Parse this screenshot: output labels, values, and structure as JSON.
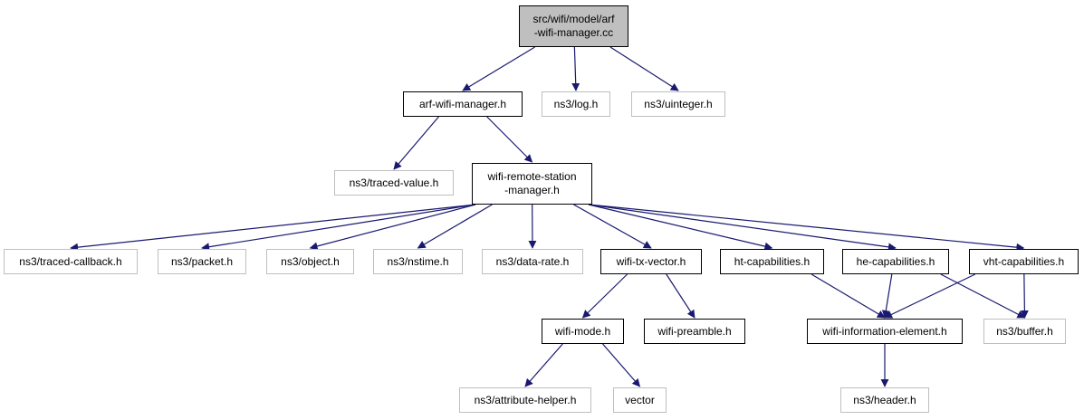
{
  "diagram": {
    "edge_color": "#191970",
    "nodes": [
      {
        "id": "root",
        "label": "src/wifi/model/arf\n-wifi-manager.cc",
        "style": "root"
      },
      {
        "id": "arf_h",
        "label": "arf-wifi-manager.h",
        "style": "solid"
      },
      {
        "id": "log_h",
        "label": "ns3/log.h",
        "style": "ext"
      },
      {
        "id": "uinteger_h",
        "label": "ns3/uinteger.h",
        "style": "ext"
      },
      {
        "id": "traced_value_h",
        "label": "ns3/traced-value.h",
        "style": "ext"
      },
      {
        "id": "wrsm_h",
        "label": "wifi-remote-station\n-manager.h",
        "style": "solid"
      },
      {
        "id": "traced_callback_h",
        "label": "ns3/traced-callback.h",
        "style": "ext"
      },
      {
        "id": "packet_h",
        "label": "ns3/packet.h",
        "style": "ext"
      },
      {
        "id": "object_h",
        "label": "ns3/object.h",
        "style": "ext"
      },
      {
        "id": "nstime_h",
        "label": "ns3/nstime.h",
        "style": "ext"
      },
      {
        "id": "data_rate_h",
        "label": "ns3/data-rate.h",
        "style": "ext"
      },
      {
        "id": "tx_vector_h",
        "label": "wifi-tx-vector.h",
        "style": "solid"
      },
      {
        "id": "ht_cap_h",
        "label": "ht-capabilities.h",
        "style": "solid"
      },
      {
        "id": "he_cap_h",
        "label": "he-capabilities.h",
        "style": "solid"
      },
      {
        "id": "vht_cap_h",
        "label": "vht-capabilities.h",
        "style": "solid"
      },
      {
        "id": "wifi_mode_h",
        "label": "wifi-mode.h",
        "style": "solid"
      },
      {
        "id": "wifi_preamble_h",
        "label": "wifi-preamble.h",
        "style": "solid"
      },
      {
        "id": "wie_h",
        "label": "wifi-information-element.h",
        "style": "solid"
      },
      {
        "id": "buffer_h",
        "label": "ns3/buffer.h",
        "style": "ext"
      },
      {
        "id": "attr_helper_h",
        "label": "ns3/attribute-helper.h",
        "style": "ext"
      },
      {
        "id": "vector",
        "label": "vector",
        "style": "ext"
      },
      {
        "id": "header_h",
        "label": "ns3/header.h",
        "style": "ext"
      }
    ],
    "edges": [
      [
        "root",
        "arf_h"
      ],
      [
        "root",
        "log_h"
      ],
      [
        "root",
        "uinteger_h"
      ],
      [
        "arf_h",
        "traced_value_h"
      ],
      [
        "arf_h",
        "wrsm_h"
      ],
      [
        "wrsm_h",
        "traced_callback_h"
      ],
      [
        "wrsm_h",
        "packet_h"
      ],
      [
        "wrsm_h",
        "object_h"
      ],
      [
        "wrsm_h",
        "nstime_h"
      ],
      [
        "wrsm_h",
        "data_rate_h"
      ],
      [
        "wrsm_h",
        "tx_vector_h"
      ],
      [
        "wrsm_h",
        "ht_cap_h"
      ],
      [
        "wrsm_h",
        "he_cap_h"
      ],
      [
        "wrsm_h",
        "vht_cap_h"
      ],
      [
        "tx_vector_h",
        "wifi_mode_h"
      ],
      [
        "tx_vector_h",
        "wifi_preamble_h"
      ],
      [
        "wifi_mode_h",
        "attr_helper_h"
      ],
      [
        "wifi_mode_h",
        "vector"
      ],
      [
        "ht_cap_h",
        "wie_h"
      ],
      [
        "he_cap_h",
        "wie_h"
      ],
      [
        "he_cap_h",
        "buffer_h"
      ],
      [
        "vht_cap_h",
        "wie_h"
      ],
      [
        "vht_cap_h",
        "buffer_h"
      ],
      [
        "wie_h",
        "header_h"
      ]
    ]
  }
}
